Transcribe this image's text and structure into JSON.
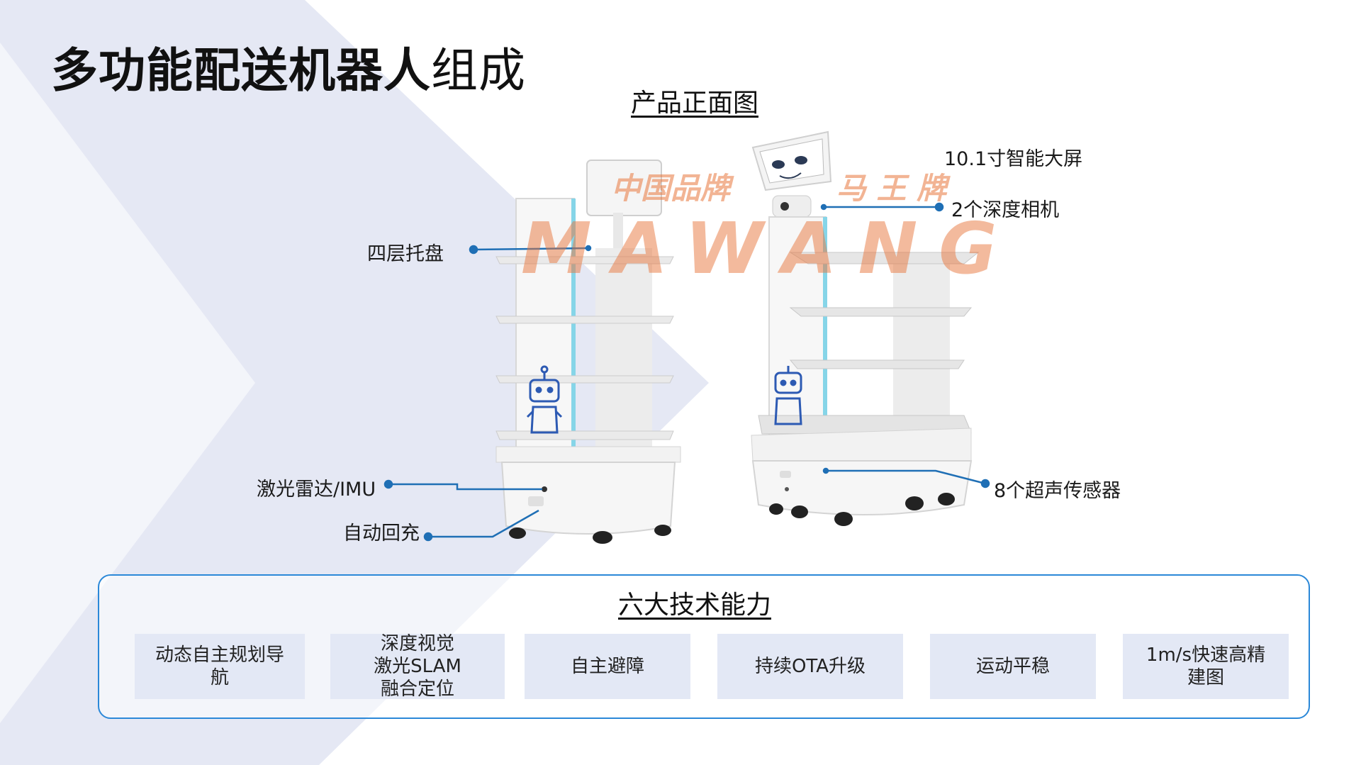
{
  "title": {
    "bold": "多功能配送机器人",
    "light": "组成"
  },
  "subtitle": "产品正面图",
  "callouts": {
    "screen": "10.1寸智能大屏",
    "camera": "2个深度相机",
    "trays": "四层托盘",
    "lidar": "激光雷达/IMU",
    "charge": "自动回充",
    "ultrasonic": "8个超声传感器"
  },
  "watermark": {
    "cn": "中国品牌",
    "cn2": "马 王 牌",
    "en": "MAWANG"
  },
  "capabilities": {
    "title": "六大技术能力",
    "items": [
      {
        "line1": "动态自主规划导",
        "line2": "航"
      },
      {
        "line1": "深度视觉",
        "line2": "激光SLAM",
        "line3": "融合定位"
      },
      {
        "line1": "自主避障"
      },
      {
        "line1": "持续OTA升级"
      },
      {
        "line1": "运动平稳"
      },
      {
        "line1": "1m/s快速高精",
        "line2": "建图"
      }
    ]
  },
  "colors": {
    "accent": "#2b88d8",
    "background_shape": "#e5e8f4",
    "capability_box": "#e3e8f5",
    "watermark": "#e8763c",
    "leader_line": "#1f6fb5"
  }
}
